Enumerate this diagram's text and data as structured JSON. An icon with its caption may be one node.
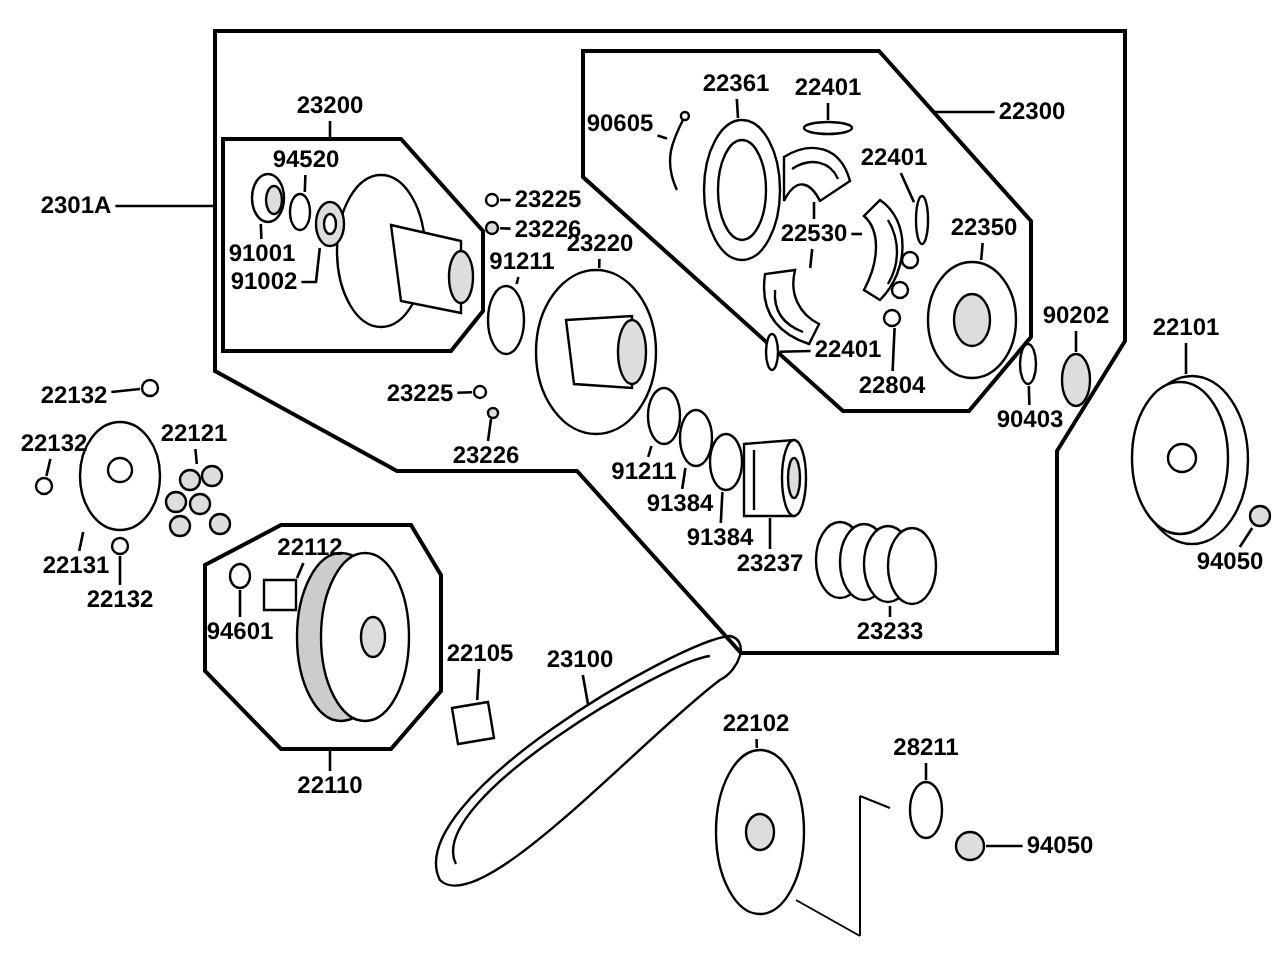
{
  "diagram": {
    "nodes": [
      {
        "text": [
          "2301A"
        ]
      },
      {
        "text": [],
        "shape": "box"
      },
      {
        "text": [
          "23200"
        ],
        "in": 1
      },
      {
        "text": [],
        "shape": "box",
        "in": 1
      },
      {
        "text": [
          "94520"
        ],
        "in": 3
      },
      {
        "text": [
          "91001"
        ],
        "in": 3
      },
      {
        "text": [
          "91002"
        ],
        "in": 3
      },
      {
        "text": [
          "23225"
        ],
        "in": 1
      },
      {
        "text": [
          "23226"
        ],
        "in": 1
      },
      {
        "text": [
          "91211"
        ],
        "in": 1
      },
      {
        "text": [
          "23220"
        ],
        "in": 1
      },
      {
        "text": [
          "23225"
        ],
        "in": 1
      },
      {
        "text": [
          "23226"
        ],
        "in": 1
      },
      {
        "text": [],
        "shape": "box",
        "in": 1
      },
      {
        "text": [
          "90605"
        ],
        "in": 13
      },
      {
        "text": [
          "22361"
        ],
        "in": 13
      },
      {
        "text": [
          "22401"
        ],
        "in": 13
      },
      {
        "text": [
          "22300"
        ],
        "in": 1
      },
      {
        "text": [
          "22401"
        ],
        "in": 13
      },
      {
        "text": [
          "22530"
        ],
        "in": 13
      },
      {
        "text": [
          "22401"
        ],
        "in": 13
      },
      {
        "text": [
          "22350"
        ],
        "in": 13
      },
      {
        "text": [
          "22804"
        ],
        "in": 13
      },
      {
        "text": [
          "90202"
        ],
        "in": 1
      },
      {
        "text": [
          "90403"
        ],
        "in": 1
      },
      {
        "text": [
          "22101"
        ]
      },
      {
        "text": [
          "94050"
        ]
      },
      {
        "text": [
          "22132"
        ]
      },
      {
        "text": [
          "22132"
        ]
      },
      {
        "text": [
          "22121"
        ]
      },
      {
        "text": [
          "22131"
        ]
      },
      {
        "text": [
          "22132"
        ]
      },
      {
        "text": [
          "23237"
        ],
        "in": 1
      },
      {
        "text": [
          "91211"
        ],
        "in": 1
      },
      {
        "text": [
          "91384"
        ],
        "in": 1
      },
      {
        "text": [
          "91384"
        ],
        "in": 1
      },
      {
        "text": [
          "23233"
        ],
        "in": 1
      },
      {
        "text": [],
        "shape": "box"
      },
      {
        "text": [
          "22112"
        ],
        "in": 37
      },
      {
        "text": [
          "94601"
        ],
        "in": 37
      },
      {
        "text": [
          "22105"
        ]
      },
      {
        "text": [
          "22110"
        ]
      },
      {
        "text": [
          "23100"
        ]
      },
      {
        "text": [
          "22102"
        ]
      },
      {
        "text": [
          "28211"
        ]
      },
      {
        "text": [
          "94050"
        ]
      },
      {
        "text": [],
        "shape": "circle",
        "in": 3
      },
      {
        "text": [],
        "shape": "picture",
        "in": 3
      },
      {
        "text": [],
        "shape": "picture",
        "in": 3
      },
      {
        "text": [],
        "shape": "circle",
        "in": 1
      },
      {
        "text": [],
        "shape": "circle",
        "in": 1
      },
      {
        "text": [],
        "shape": "circle",
        "in": 1
      },
      {
        "text": [],
        "shape": "picture",
        "in": 1
      },
      {
        "text": [],
        "shape": "circle",
        "in": 1
      },
      {
        "text": [],
        "shape": "circle",
        "in": 1
      },
      {
        "text": [],
        "shape": "picture",
        "in": 13
      },
      {
        "text": [],
        "shape": "picture",
        "in": 13
      },
      {
        "text": [],
        "shape": "circle",
        "in": 13
      },
      {
        "text": [],
        "shape": "circle",
        "in": 13
      },
      {
        "text": [],
        "shape": "picture",
        "in": 13
      },
      {
        "text": [],
        "shape": "picture",
        "in": 13
      },
      {
        "text": [],
        "shape": "picture",
        "in": 13
      },
      {
        "text": [],
        "shape": "circle",
        "in": 13
      },
      {
        "text": [],
        "shape": "picture",
        "in": 13
      },
      {
        "text": [],
        "shape": "picture",
        "in": 13
      },
      {
        "text": [],
        "shape": "circle",
        "in": 1
      },
      {
        "text": [],
        "shape": "circle",
        "in": 1
      },
      {
        "text": [],
        "shape": "picture"
      },
      {
        "text": [],
        "shape": "circle"
      },
      {
        "text": [],
        "shape": "circle"
      },
      {
        "text": [],
        "shape": "circle"
      },
      {
        "text": [],
        "shape": "picture"
      },
      {
        "text": [],
        "shape": "picture"
      },
      {
        "text": [],
        "shape": "circle"
      },
      {
        "text": [],
        "shape": "picture",
        "in": 1
      },
      {
        "text": [],
        "shape": "circle",
        "in": 1
      },
      {
        "text": [],
        "shape": "circle",
        "in": 1
      },
      {
        "text": [],
        "shape": "circle",
        "in": 1
      },
      {
        "text": [],
        "shape": "picture",
        "in": 1
      },
      {
        "text": [],
        "shape": "box",
        "in": 37
      },
      {
        "text": [],
        "shape": "circle",
        "in": 37
      },
      {
        "text": [],
        "shape": "box"
      },
      {
        "text": [],
        "shape": "picture"
      },
      {
        "text": [],
        "shape": "picture"
      },
      {
        "text": [],
        "shape": "circle"
      },
      {
        "text": [],
        "shape": "circle"
      }
    ],
    "edges": [
      {
        "from": 0,
        "to": 1,
        "arrow": "none"
      },
      {
        "from": 2,
        "to": 3,
        "arrow": "none"
      },
      {
        "from": 4,
        "to": 46,
        "arrow": "none"
      },
      {
        "from": 5,
        "to": 47,
        "arrow": "none"
      },
      {
        "from": 6,
        "to": 48,
        "arrow": "none"
      },
      {
        "from": 7,
        "to": 49,
        "arrow": "none"
      },
      {
        "from": 8,
        "to": 50,
        "arrow": "none"
      },
      {
        "from": 9,
        "to": 51,
        "arrow": "none"
      },
      {
        "from": 10,
        "to": 52,
        "arrow": "none"
      },
      {
        "from": 11,
        "to": 53,
        "arrow": "none"
      },
      {
        "from": 12,
        "to": 54,
        "arrow": "none"
      },
      {
        "from": 14,
        "to": 55,
        "arrow": "none"
      },
      {
        "from": 15,
        "to": 56,
        "arrow": "none"
      },
      {
        "from": 16,
        "to": 57,
        "arrow": "none"
      },
      {
        "from": 17,
        "to": 13,
        "arrow": "none"
      },
      {
        "from": 18,
        "to": 58,
        "arrow": "none"
      },
      {
        "from": 19,
        "to": 59,
        "arrow": "none"
      },
      {
        "from": 19,
        "to": 60,
        "arrow": "none"
      },
      {
        "from": 19,
        "to": 61,
        "arrow": "none"
      },
      {
        "from": 20,
        "to": 62,
        "arrow": "none"
      },
      {
        "from": 21,
        "to": 63,
        "arrow": "none"
      },
      {
        "from": 22,
        "to": 64,
        "arrow": "none"
      },
      {
        "from": 23,
        "to": 65,
        "arrow": "none"
      },
      {
        "from": 24,
        "to": 66,
        "arrow": "none"
      },
      {
        "from": 25,
        "to": 67,
        "arrow": "none"
      },
      {
        "from": 26,
        "to": 68,
        "arrow": "none"
      },
      {
        "from": 27,
        "to": 69,
        "arrow": "none"
      },
      {
        "from": 28,
        "to": 70,
        "arrow": "none"
      },
      {
        "from": 29,
        "to": 71,
        "arrow": "none"
      },
      {
        "from": 30,
        "to": 72,
        "arrow": "none"
      },
      {
        "from": 31,
        "to": 73,
        "arrow": "none"
      },
      {
        "from": 32,
        "to": 74,
        "arrow": "none"
      },
      {
        "from": 33,
        "to": 75,
        "arrow": "none"
      },
      {
        "from": 34,
        "to": 76,
        "arrow": "none"
      },
      {
        "from": 35,
        "to": 77,
        "arrow": "none"
      },
      {
        "from": 36,
        "to": 78,
        "arrow": "none"
      },
      {
        "from": 38,
        "to": 79,
        "arrow": "none"
      },
      {
        "from": 39,
        "to": 80,
        "arrow": "none"
      },
      {
        "from": 40,
        "to": 81,
        "arrow": "none"
      },
      {
        "from": 41,
        "to": 37,
        "arrow": "none"
      },
      {
        "from": 42,
        "to": 82,
        "arrow": "none"
      },
      {
        "from": 43,
        "to": 83,
        "arrow": "none"
      },
      {
        "from": 44,
        "to": 84,
        "arrow": "none"
      },
      {
        "from": 45,
        "to": 85,
        "arrow": "none"
      }
    ]
  }
}
